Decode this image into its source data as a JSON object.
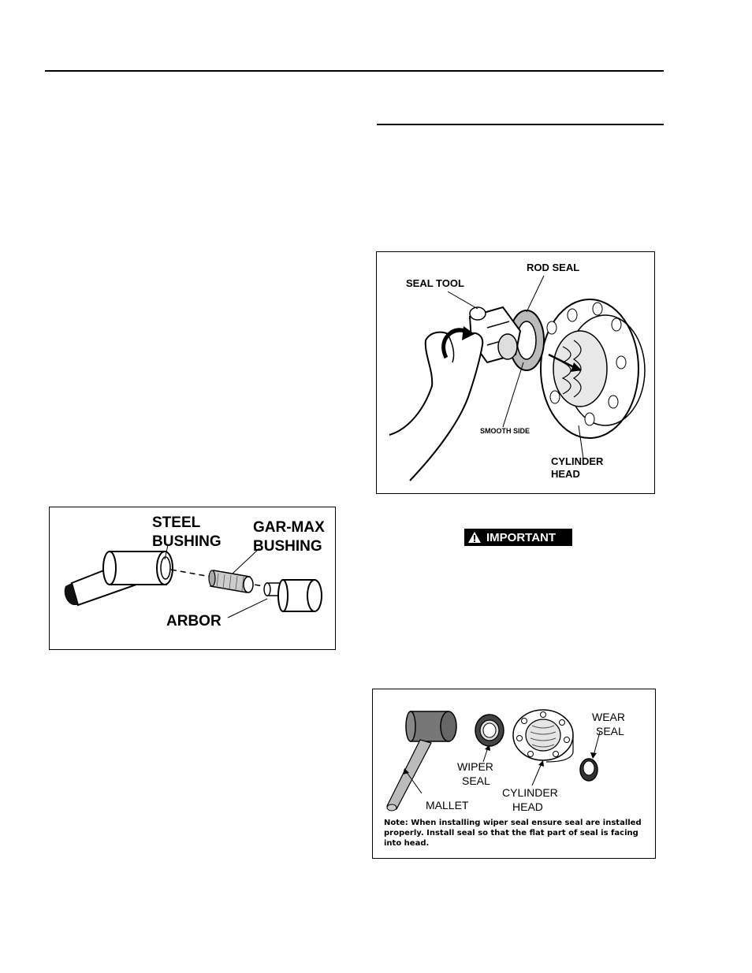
{
  "figure_bushing": {
    "steel_bushing_label_1": "STEEL",
    "steel_bushing_label_2": "BUSHING",
    "garmax_label_1": "GAR-MAX",
    "garmax_label_2": "BUSHING",
    "arbor_label": "ARBOR"
  },
  "figure_rod_seal": {
    "rod_seal_label": "ROD SEAL",
    "seal_tool_label": "SEAL TOOL",
    "smooth_side_label": "SMOOTH SIDE",
    "cylinder_head_label_1": "CYLINDER",
    "cylinder_head_label_2": "HEAD"
  },
  "important_badge": {
    "label": "IMPORTANT"
  },
  "figure_wiper_seal": {
    "wear_seal_label_1": "WEAR",
    "wear_seal_label_2": "SEAL",
    "wiper_seal_label_1": "WIPER",
    "wiper_seal_label_2": "SEAL",
    "cylinder_head_label_1": "CYLINDER",
    "cylinder_head_label_2": "HEAD",
    "mallet_label": "MALLET",
    "note": "Note: When installing wiper seal ensure seal are installed properly. Install seal so that the flat part of seal is facing into head."
  }
}
